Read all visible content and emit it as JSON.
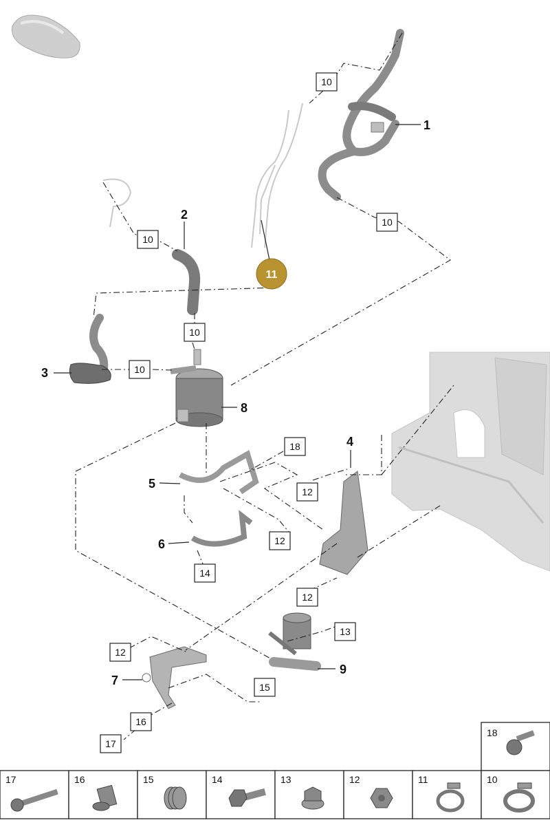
{
  "callouts": {
    "c1": "1",
    "c2": "2",
    "c3": "3",
    "c4": "4",
    "c5": "5",
    "c6": "6",
    "c7": "7",
    "c8": "8",
    "c9": "9",
    "c11": "11",
    "b10a": "10",
    "b10b": "10",
    "b10c": "10",
    "b10d": "10",
    "b10e": "10",
    "b18": "18",
    "b12a": "12",
    "b12b": "12",
    "b12c": "12",
    "b12d": "12",
    "b14": "14",
    "b13": "13",
    "b15": "15",
    "b16": "16",
    "b17": "17"
  },
  "legend": {
    "items": [
      "17",
      "16",
      "15",
      "14",
      "13",
      "12",
      "11",
      "10"
    ],
    "extra": "18"
  },
  "colors": {
    "highlight": "#b8932f",
    "part": "#8c8c8c",
    "body": "#d9d9d9"
  }
}
